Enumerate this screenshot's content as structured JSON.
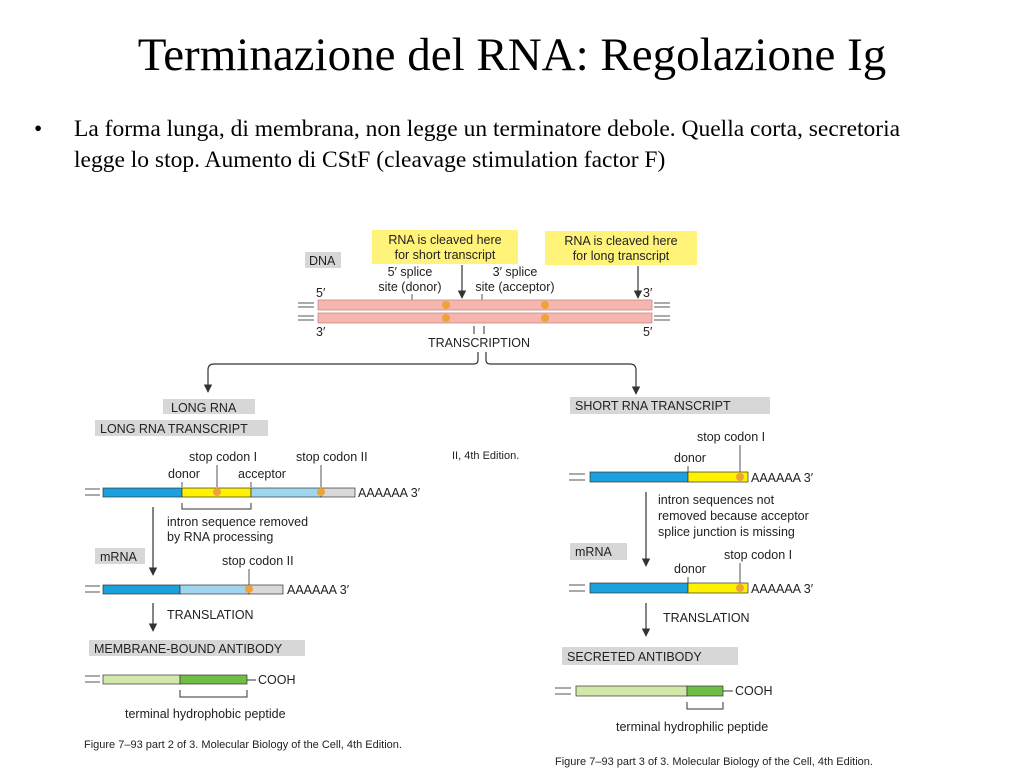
{
  "slide": {
    "title": "Terminazione del RNA: Regolazione Ig",
    "bullet_symbol": "•",
    "bullet_text": "La forma lunga, di membrana, non legge un terminatore debole. Quella corta, secretoria legge lo stop. Aumento di CStF (cleavage stimulation factor F)"
  },
  "figure": {
    "dna_label": "DNA",
    "callout_short": [
      "RNA is cleaved here",
      "for short transcript"
    ],
    "callout_long": [
      "RNA is cleaved here",
      "for long transcript"
    ],
    "splice5": [
      "5′ splice",
      "site (donor)"
    ],
    "splice3": [
      "3′ splice",
      "site (acceptor)"
    ],
    "end_5": "5′",
    "end_3": "3′",
    "transcription": "TRANSCRIPTION",
    "left": {
      "overlap_label": "LONG RNA",
      "header": "LONG RNA TRANSCRIPT",
      "stop1": "stop codon I",
      "stop2": "stop codon II",
      "donor": "donor",
      "acceptor": "acceptor",
      "polya": "AAAAAA  3′",
      "intron_note": [
        "intron sequence removed",
        "by RNA processing"
      ],
      "mrna": "mRNA",
      "stop2_mrna": "stop codon II",
      "translation": "TRANSLATION",
      "antibody": "MEMBRANE-BOUND ANTIBODY",
      "cooh": "COOH",
      "peptide": "terminal hydrophobic peptide",
      "caption": "Figure 7–93 part 2 of 3. Molecular Biology of the Cell, 4th Edition.",
      "caption_fragment": "II, 4th Edition."
    },
    "right": {
      "header": "SHORT RNA TRANSCRIPT",
      "stop1": "stop codon I",
      "donor": "donor",
      "polya": "AAAAAA  3′",
      "intron_note": [
        "intron sequences not",
        "removed because acceptor",
        "splice junction is missing"
      ],
      "mrna": "mRNA",
      "stop1_mrna": "stop codon I",
      "donor_mrna": "donor",
      "translation": "TRANSLATION",
      "antibody": "SECRETED ANTIBODY",
      "cooh": "COOH",
      "peptide": "terminal hydrophilic peptide",
      "caption": "Figure 7–93 part 3 of 3. Molecular Biology of the Cell, 4th Edition."
    },
    "colors": {
      "dna_strand": "#f4b6ae",
      "label_box": "#d7d7d7",
      "callout_box": "#fff37a",
      "exon_blue": "#1ba1dd",
      "exon_yellow": "#fff200",
      "intron_lightblue": "#9fd5ee",
      "tail_gray": "#d9d9d9",
      "splice_dot": "#f0a23a",
      "peptide_light": "#d2e8a8",
      "peptide_dark": "#6ebd44"
    }
  }
}
